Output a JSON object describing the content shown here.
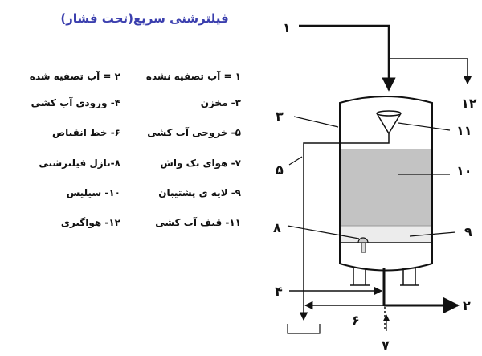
{
  "title": "فیلترشنی سریع(تحت فشار)",
  "legend": [
    "۱ = آب تصفیه نشده",
    "۲ = آب تصفیه شده",
    "۳- مخزن",
    "۴- ورودی آب کشی",
    "۵- خروجی آب کشی",
    "۶- خط انقباض",
    "۷- هوای بک واش",
    "۸-نازل فیلترشنی",
    "۹- لایه ی پشتیبان",
    "۱۰- سیلیس",
    "۱۱- قیف آب کشی",
    "۱۲- هواگیری"
  ],
  "diagram_labels": {
    "l1": "۱",
    "l2": "۲",
    "l3": "۳",
    "l4": "۴",
    "l5": "۵",
    "l6": "۶",
    "l7": "۷",
    "l8": "۸",
    "l9": "۹",
    "l10": "۱۰",
    "l11": "۱۱",
    "l12": "۱۲"
  },
  "colors": {
    "title": "#3b3fae",
    "media": "#c3c3c3",
    "support": "#ececec"
  }
}
